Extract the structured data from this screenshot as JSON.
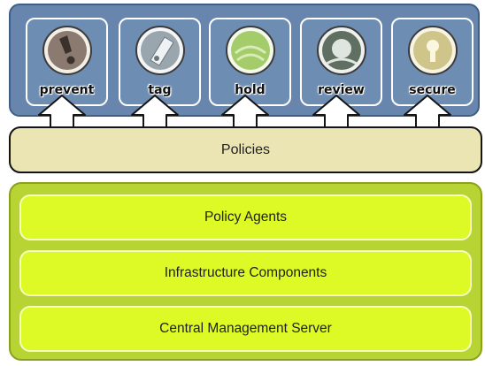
{
  "actions": [
    {
      "label": "prevent",
      "icon": "exclamation-icon",
      "color": "#8a7a70"
    },
    {
      "label": "tag",
      "icon": "tag-icon",
      "color": "#9aa6ad"
    },
    {
      "label": "hold",
      "icon": "hold-icon",
      "color": "#a4cc6a"
    },
    {
      "label": "review",
      "icon": "review-icon",
      "color": "#5f6f62"
    },
    {
      "label": "secure",
      "icon": "keyhole-icon",
      "color": "#cfc48a"
    }
  ],
  "policies": {
    "label": "Policies"
  },
  "layers": [
    {
      "label": "Policy Agents"
    },
    {
      "label": "Infrastructure Components"
    },
    {
      "label": "Central Management Server"
    }
  ],
  "colors": {
    "top_panel": "#6886ad",
    "policies_bar": "#ebe5b4",
    "green_panel": "#b8d334",
    "layer_fill": "#ddf926"
  }
}
